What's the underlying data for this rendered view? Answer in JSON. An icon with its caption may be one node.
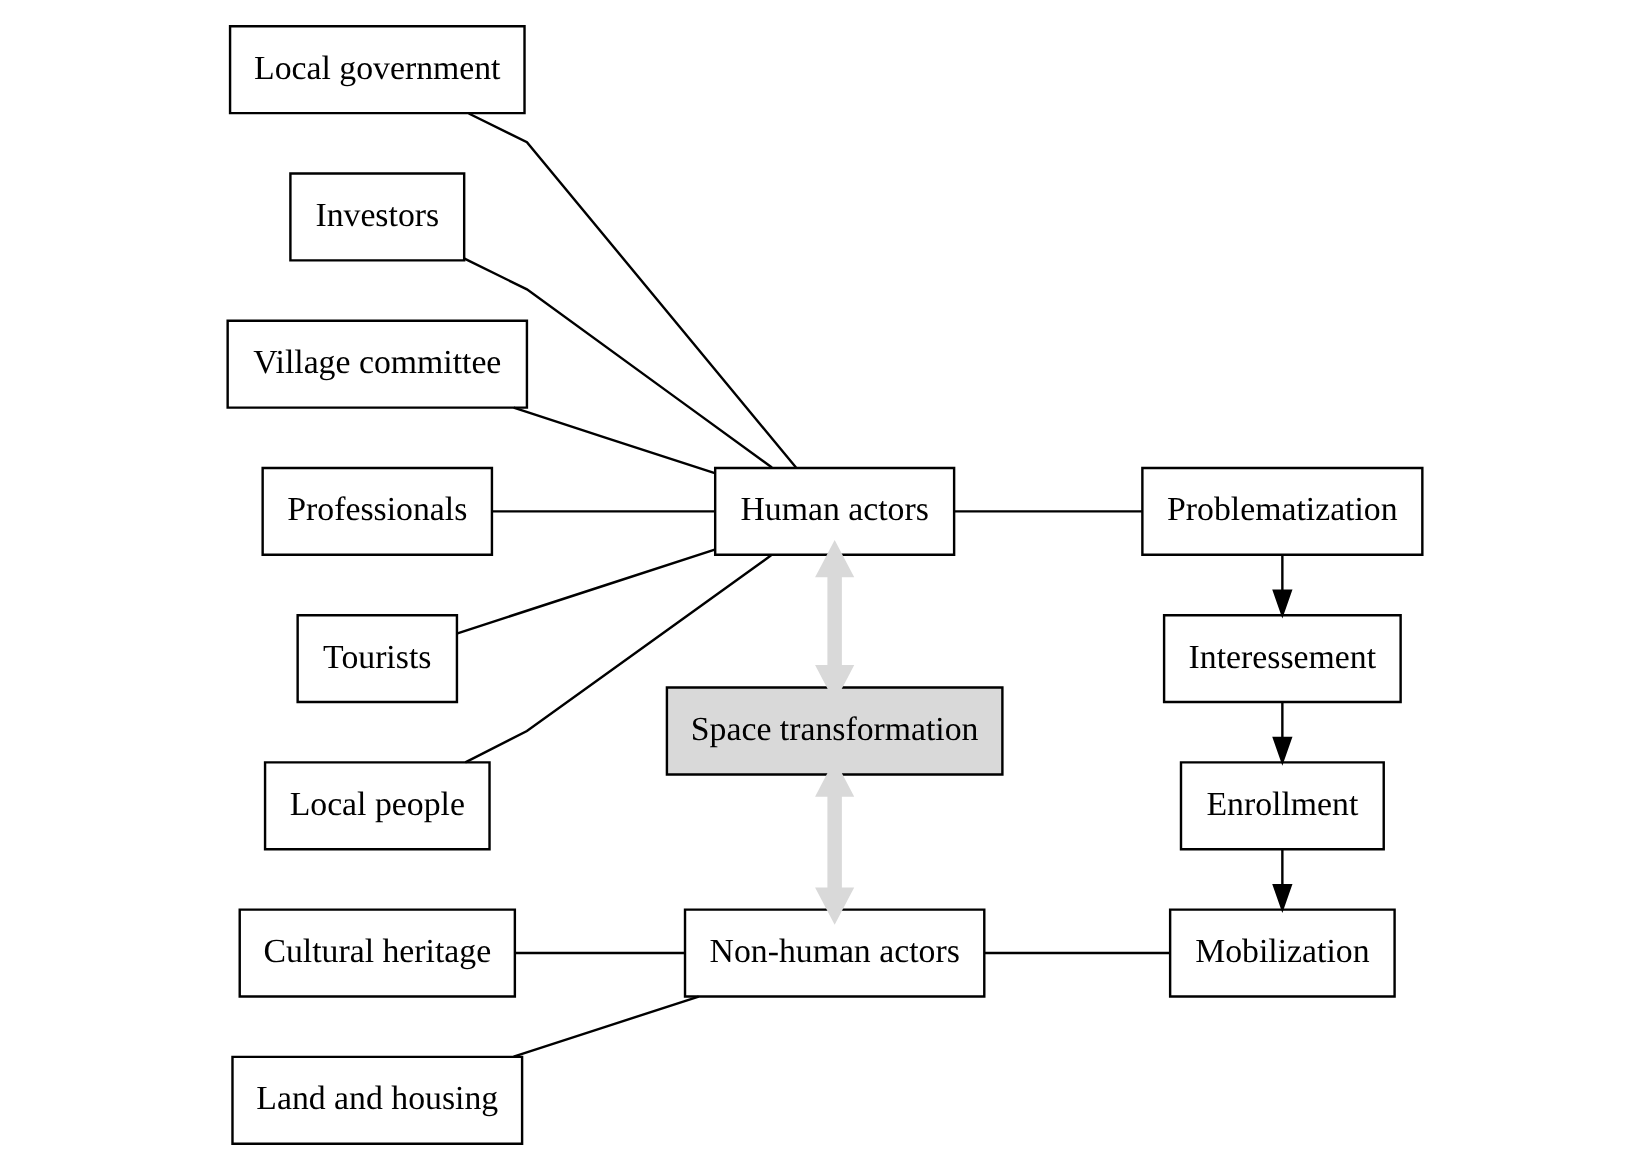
{
  "diagram": {
    "nodes": [
      {
        "text": [
          "Local government"
        ]
      },
      {
        "text": [
          "Investors"
        ]
      },
      {
        "text": [
          "Village committee"
        ]
      },
      {
        "text": [
          "Professionals"
        ]
      },
      {
        "text": [
          "Tourists"
        ]
      },
      {
        "text": [
          "Local people"
        ]
      },
      {
        "text": [
          "Human actors"
        ]
      },
      {
        "text": [
          "Space transformation"
        ]
      },
      {
        "text": [
          "Cultural heritage"
        ]
      },
      {
        "text": [
          "Land and housing"
        ]
      },
      {
        "text": [
          "Non-human actors"
        ]
      },
      {
        "text": [
          "Problematization"
        ]
      },
      {
        "text": [
          "Interessement"
        ]
      },
      {
        "text": [
          "Enrollment"
        ]
      },
      {
        "text": [
          "Mobilization"
        ]
      }
    ],
    "edges": [
      {
        "from": 0,
        "to": 6,
        "arrow": "none"
      },
      {
        "from": 1,
        "to": 6,
        "arrow": "none"
      },
      {
        "from": 2,
        "to": 6,
        "arrow": "none"
      },
      {
        "from": 3,
        "to": 6,
        "arrow": "none"
      },
      {
        "from": 4,
        "to": 6,
        "arrow": "none"
      },
      {
        "from": 5,
        "to": 6,
        "arrow": "none"
      },
      {
        "from": 6,
        "to": 7,
        "arrow": "both",
        "style": "thick",
        "color": "#d9d9d9"
      },
      {
        "from": 7,
        "to": 10,
        "arrow": "both",
        "style": "thick",
        "color": "#d9d9d9"
      },
      {
        "from": 8,
        "to": 10,
        "arrow": "none"
      },
      {
        "from": 9,
        "to": 10,
        "arrow": "none"
      },
      {
        "from": 6,
        "to": 11,
        "arrow": "none"
      },
      {
        "from": 10,
        "to": 14,
        "arrow": "none"
      },
      {
        "from": 11,
        "to": 12,
        "arrow": "to"
      },
      {
        "from": 12,
        "to": 13,
        "arrow": "to"
      },
      {
        "from": 13,
        "to": 14,
        "arrow": "to"
      }
    ]
  }
}
